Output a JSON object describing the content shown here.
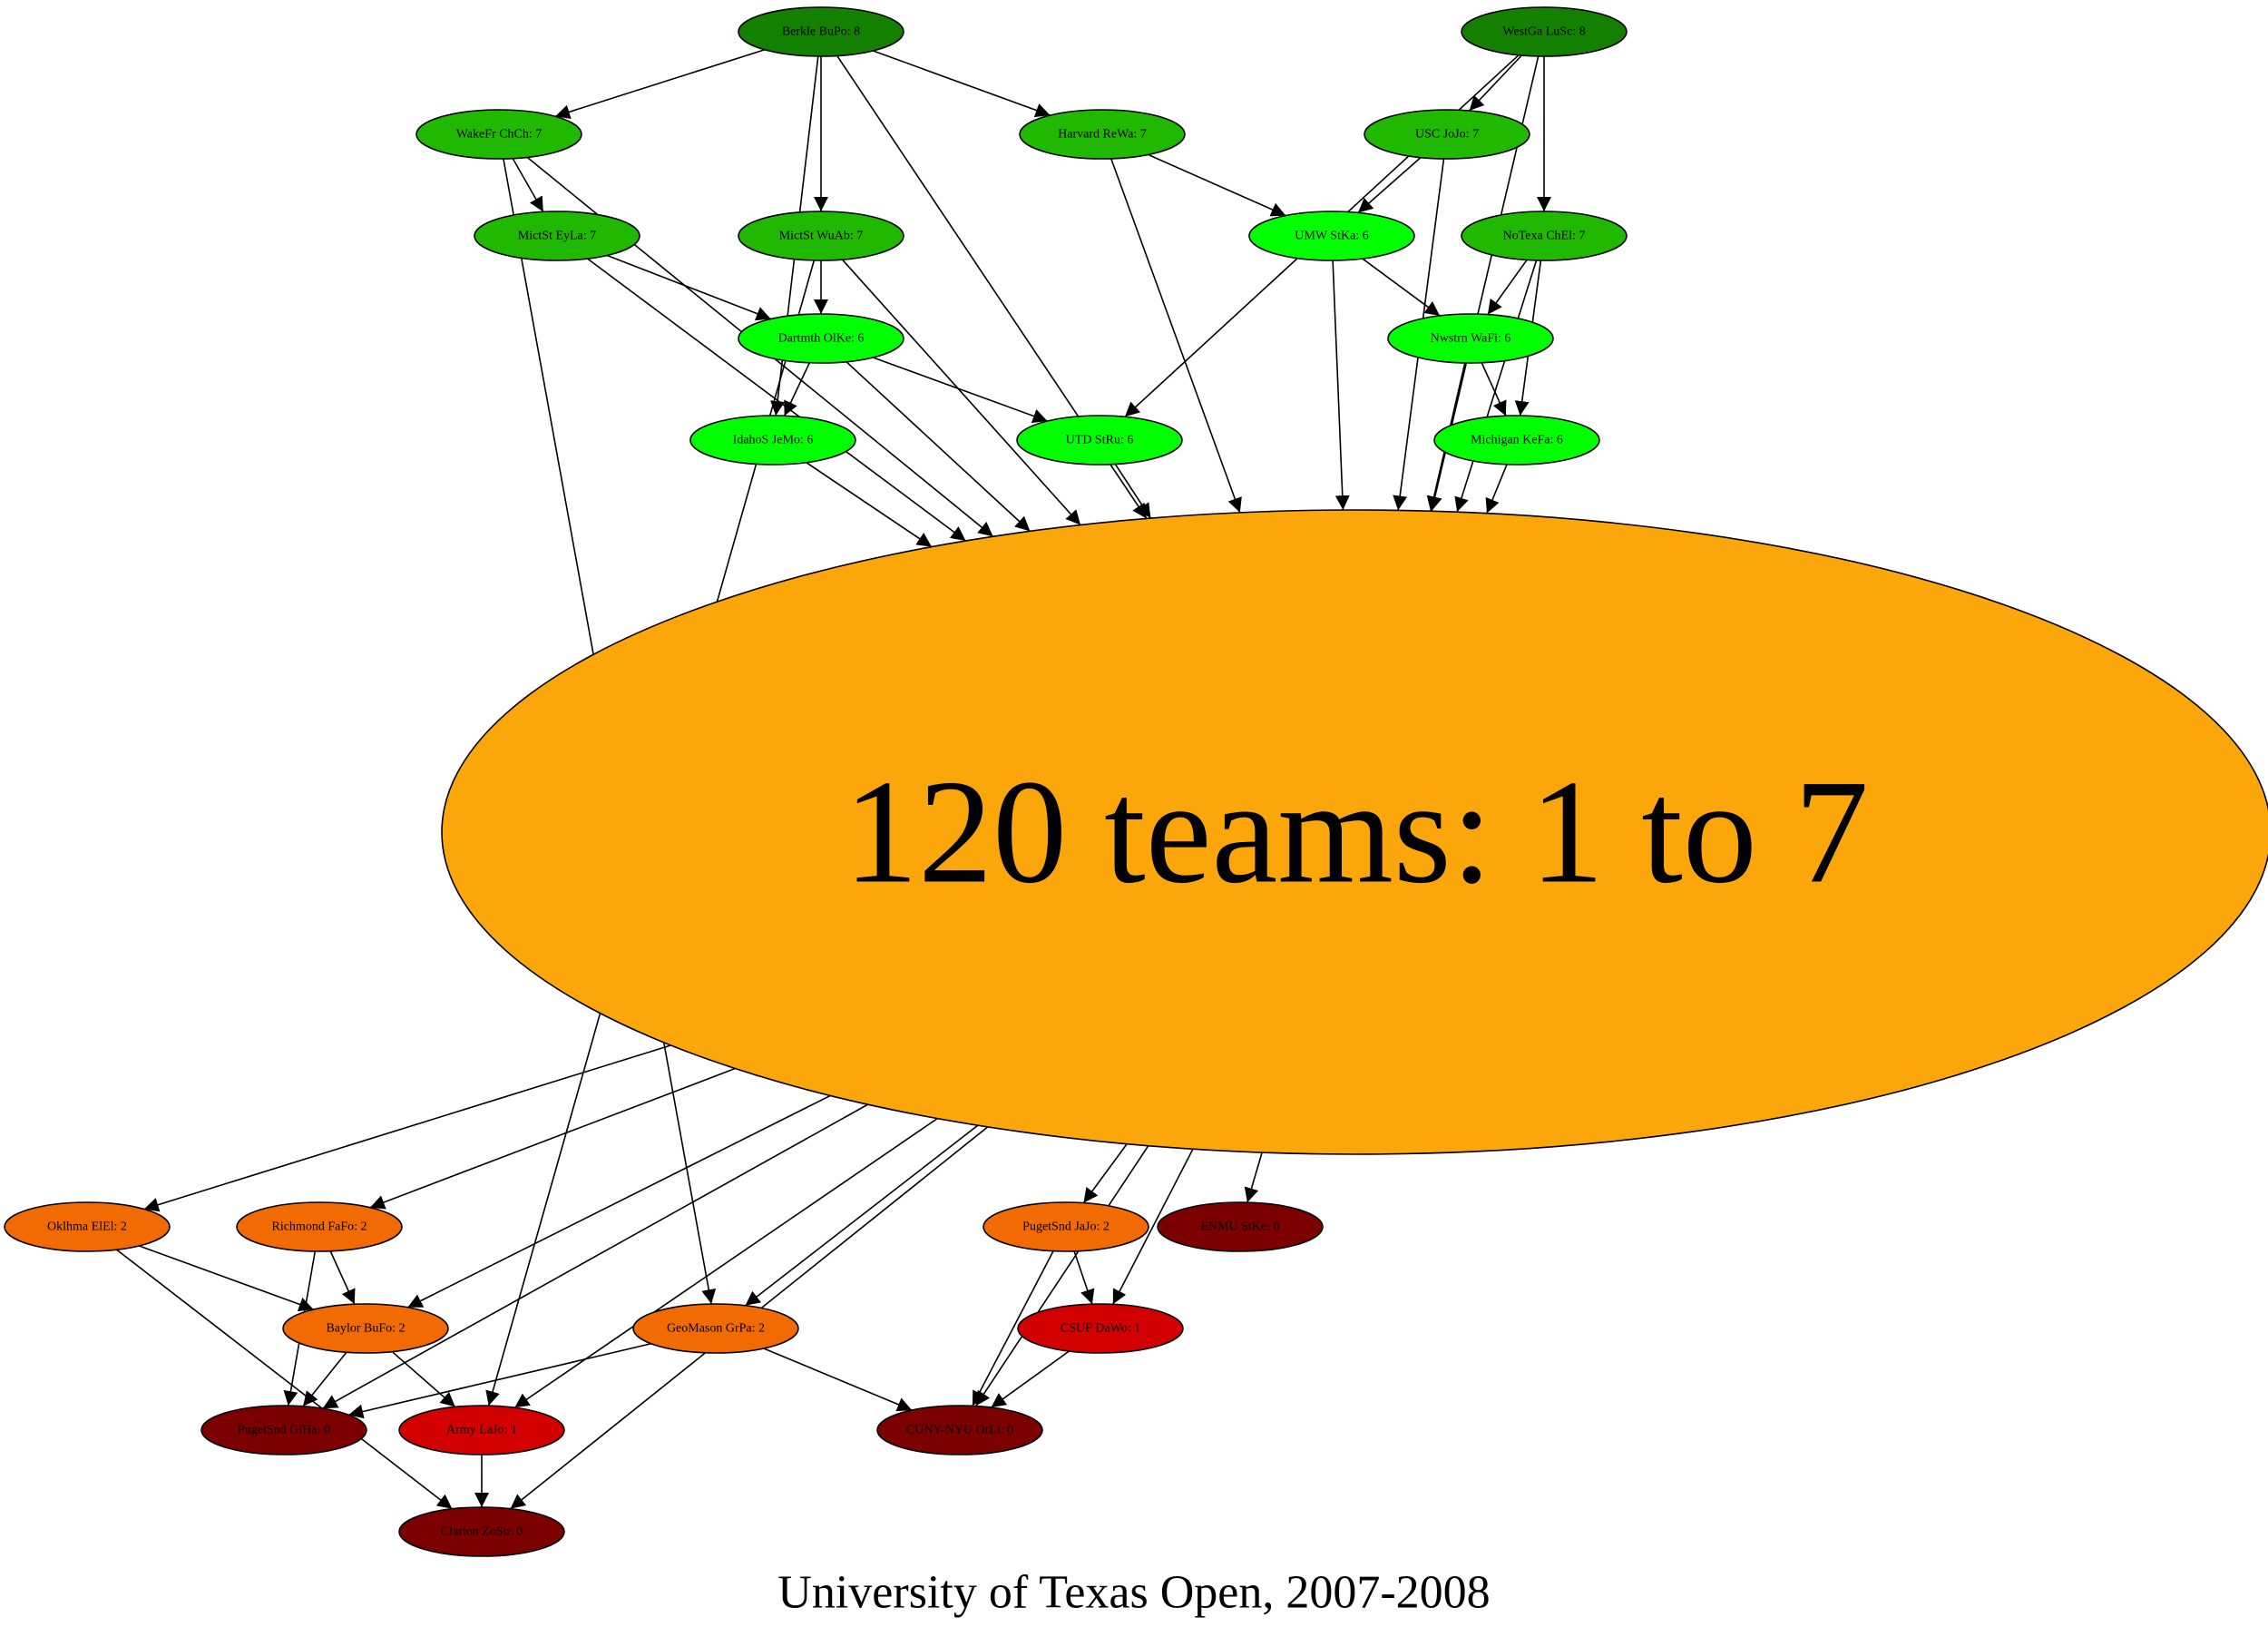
{
  "caption": "University of Texas Open, 2007-2008",
  "colors": {
    "score8": "#138000",
    "score7": "#20B800",
    "score6": "#00FF00",
    "group": "#FBA70B",
    "score2": "#F16A03",
    "score1": "#D20000",
    "score0": "#7D0000"
  },
  "nodes": {
    "berkle": {
      "label": "Berkle BuPo: 8",
      "color": "score8"
    },
    "westga": {
      "label": "WestGa LuSc: 8",
      "color": "score8"
    },
    "wakefr": {
      "label": "WakeFr ChCh: 7",
      "color": "score7"
    },
    "harvard": {
      "label": "Harvard ReWa: 7",
      "color": "score7"
    },
    "usc": {
      "label": "USC JoJo: 7",
      "color": "score7"
    },
    "mictst_eyla": {
      "label": "MictSt EyLa: 7",
      "color": "score7"
    },
    "mictst_wuab": {
      "label": "MictSt WuAb: 7",
      "color": "score7"
    },
    "umw": {
      "label": "UMW StKa: 6",
      "color": "score6"
    },
    "notexa": {
      "label": "NoTexa ChEl: 7",
      "color": "score7"
    },
    "dartmth": {
      "label": "Dartmth OlKe: 6",
      "color": "score6"
    },
    "nwstrn": {
      "label": "Nwstrn WaFi: 6",
      "color": "score6"
    },
    "idahos": {
      "label": "IdahoS JeMo: 6",
      "color": "score6"
    },
    "utd": {
      "label": "UTD StRu: 6",
      "color": "score6"
    },
    "michigan": {
      "label": "Michigan KeFa: 6",
      "color": "score6"
    },
    "group": {
      "label": "120 teams: 1 to 7",
      "color": "group"
    },
    "oklhma": {
      "label": "Oklhma ElEl: 2",
      "color": "score2"
    },
    "richmond": {
      "label": "Richmond FaFo: 2",
      "color": "score2"
    },
    "pugetsnd_jajo": {
      "label": "PugetSnd JaJo: 2",
      "color": "score2"
    },
    "enmu": {
      "label": "ENMU StKe: 0",
      "color": "score0"
    },
    "baylor": {
      "label": "Baylor BuFo: 2",
      "color": "score2"
    },
    "geomason": {
      "label": "GeoMason GrPa: 2",
      "color": "score2"
    },
    "csuf": {
      "label": "CSUF DaWo: 1",
      "color": "score1"
    },
    "pugetsnd_gi": {
      "label": "PugetSnd GiHa: 0",
      "color": "score0"
    },
    "army": {
      "label": "Army LaJo: 1",
      "color": "score1"
    },
    "cuny": {
      "label": "CUNY-NYU OrLi: 0",
      "color": "score0"
    },
    "clarion": {
      "label": "Clarion ZoSu: 0",
      "color": "score0"
    }
  },
  "edges": [
    [
      "berkle",
      "wakefr"
    ],
    [
      "berkle",
      "harvard"
    ],
    [
      "berkle",
      "mictst_wuab"
    ],
    [
      "berkle",
      "idahos"
    ],
    [
      "berkle",
      "group"
    ],
    [
      "westga",
      "usc"
    ],
    [
      "westga",
      "notexa"
    ],
    [
      "westga",
      "utd"
    ],
    [
      "westga",
      "group"
    ],
    [
      "wakefr",
      "mictst_eyla"
    ],
    [
      "wakefr",
      "group"
    ],
    [
      "wakefr",
      "geomason"
    ],
    [
      "harvard",
      "umw"
    ],
    [
      "harvard",
      "group"
    ],
    [
      "usc",
      "umw"
    ],
    [
      "usc",
      "group"
    ],
    [
      "mictst_eyla",
      "dartmth"
    ],
    [
      "mictst_eyla",
      "group"
    ],
    [
      "mictst_wuab",
      "dartmth"
    ],
    [
      "mictst_wuab",
      "group"
    ],
    [
      "mictst_wuab",
      "army"
    ],
    [
      "umw",
      "nwstrn"
    ],
    [
      "umw",
      "group"
    ],
    [
      "notexa",
      "nwstrn"
    ],
    [
      "notexa",
      "michigan"
    ],
    [
      "notexa",
      "group"
    ],
    [
      "dartmth",
      "idahos"
    ],
    [
      "dartmth",
      "utd"
    ],
    [
      "dartmth",
      "group"
    ],
    [
      "nwstrn",
      "michigan"
    ],
    [
      "nwstrn",
      "group"
    ],
    [
      "idahos",
      "group"
    ],
    [
      "utd",
      "group"
    ],
    [
      "michigan",
      "group"
    ],
    [
      "group",
      "oklhma"
    ],
    [
      "group",
      "richmond"
    ],
    [
      "group",
      "baylor"
    ],
    [
      "group",
      "geomason"
    ],
    [
      "group",
      "pugetsnd_jajo"
    ],
    [
      "group",
      "enmu"
    ],
    [
      "group",
      "csuf"
    ],
    [
      "group",
      "pugetsnd_gi"
    ],
    [
      "group",
      "army"
    ],
    [
      "group",
      "cuny"
    ],
    [
      "group",
      "clarion"
    ],
    [
      "oklhma",
      "baylor"
    ],
    [
      "oklhma",
      "clarion"
    ],
    [
      "richmond",
      "baylor"
    ],
    [
      "richmond",
      "pugetsnd_gi"
    ],
    [
      "pugetsnd_jajo",
      "csuf"
    ],
    [
      "pugetsnd_jajo",
      "cuny"
    ],
    [
      "baylor",
      "pugetsnd_gi"
    ],
    [
      "baylor",
      "army"
    ],
    [
      "geomason",
      "pugetsnd_gi"
    ],
    [
      "geomason",
      "cuny"
    ],
    [
      "csuf",
      "cuny"
    ],
    [
      "army",
      "clarion"
    ]
  ]
}
